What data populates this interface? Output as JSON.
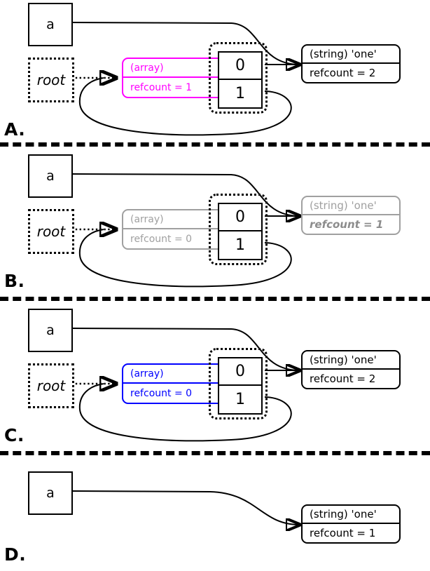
{
  "diagram": {
    "title": "PHP reference counting states",
    "colors": {
      "magenta": "#ff00ff",
      "blue": "#0000ff",
      "gray": "#a0a0a0",
      "black": "#000000"
    }
  },
  "panels": [
    {
      "id": "A",
      "label": "A.",
      "variable": {
        "name": "a"
      },
      "root": {
        "name": "root"
      },
      "array": {
        "type_label": "(array)",
        "refcount_label": "refcount = 1",
        "color": "#ff00ff",
        "style": "highlight"
      },
      "indices": [
        "0",
        "1"
      ],
      "string": {
        "type_label": "(string) 'one'",
        "refcount_label": "refcount = 2",
        "color": "#000000",
        "style": "normal"
      },
      "has_root": true,
      "has_array": true,
      "has_string": true
    },
    {
      "id": "B",
      "label": "B.",
      "variable": {
        "name": "a"
      },
      "root": {
        "name": "root"
      },
      "array": {
        "type_label": "(array)",
        "refcount_label": "refcount = 0",
        "color": "#a0a0a0",
        "style": "faded"
      },
      "indices": [
        "0",
        "1"
      ],
      "string": {
        "type_label": "(string) 'one'",
        "refcount_label": "refcount = 1",
        "color": "#a0a0a0",
        "style": "faded-emphasis"
      },
      "has_root": true,
      "has_array": true,
      "has_string": true
    },
    {
      "id": "C",
      "label": "C.",
      "variable": {
        "name": "a"
      },
      "root": {
        "name": "root"
      },
      "array": {
        "type_label": "(array)",
        "refcount_label": "refcount = 0",
        "color": "#0000ff",
        "style": "highlight"
      },
      "indices": [
        "0",
        "1"
      ],
      "string": {
        "type_label": "(string) 'one'",
        "refcount_label": "refcount = 2",
        "color": "#000000",
        "style": "normal"
      },
      "has_root": true,
      "has_array": true,
      "has_string": true
    },
    {
      "id": "D",
      "label": "D.",
      "variable": {
        "name": "a"
      },
      "string": {
        "type_label": "(string) 'one'",
        "refcount_label": "refcount = 1",
        "color": "#000000",
        "style": "normal"
      },
      "has_root": false,
      "has_array": false,
      "has_string": true
    }
  ]
}
